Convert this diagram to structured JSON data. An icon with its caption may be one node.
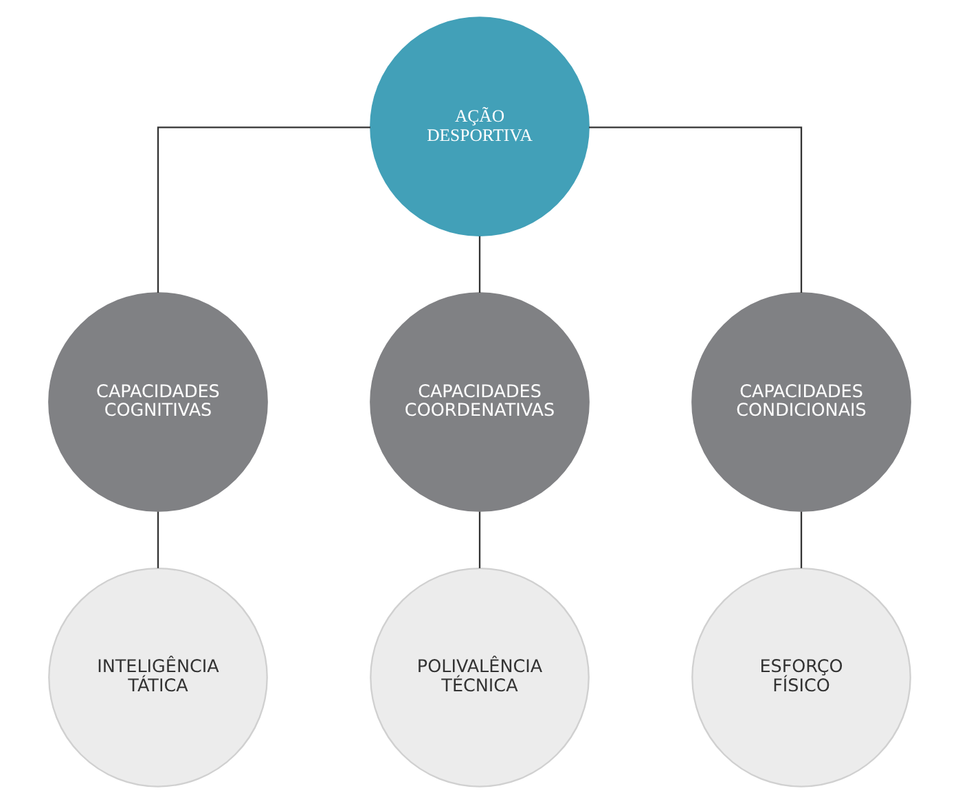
{
  "diagram": {
    "nodes": [
      {
        "text": [
          "AÇÃO DESPORTIVA"
        ]
      },
      {
        "text": [
          "CAPACIDADES COGNITIVAS"
        ]
      },
      {
        "text": [
          "CAPACIDADES COORDENATIVAS"
        ]
      },
      {
        "text": [
          "CAPACIDADES CONDICIONAIS"
        ]
      },
      {
        "text": [
          "INTELIGÊNCIA TÁTICA"
        ]
      },
      {
        "text": [
          "POLIVALÊNCIA TÉCNICA"
        ]
      },
      {
        "text": [
          "ESFORÇO FÍSICO"
        ]
      }
    ],
    "edges": [
      {
        "from": 0,
        "to": 1,
        "arrow": "none"
      },
      {
        "from": 0,
        "to": 2,
        "arrow": "none"
      },
      {
        "from": 0,
        "to": 3,
        "arrow": "none"
      },
      {
        "from": 1,
        "to": 4,
        "arrow": "none"
      },
      {
        "from": 2,
        "to": 5,
        "arrow": "none"
      },
      {
        "from": 3,
        "to": 6,
        "arrow": "none"
      }
    ]
  }
}
